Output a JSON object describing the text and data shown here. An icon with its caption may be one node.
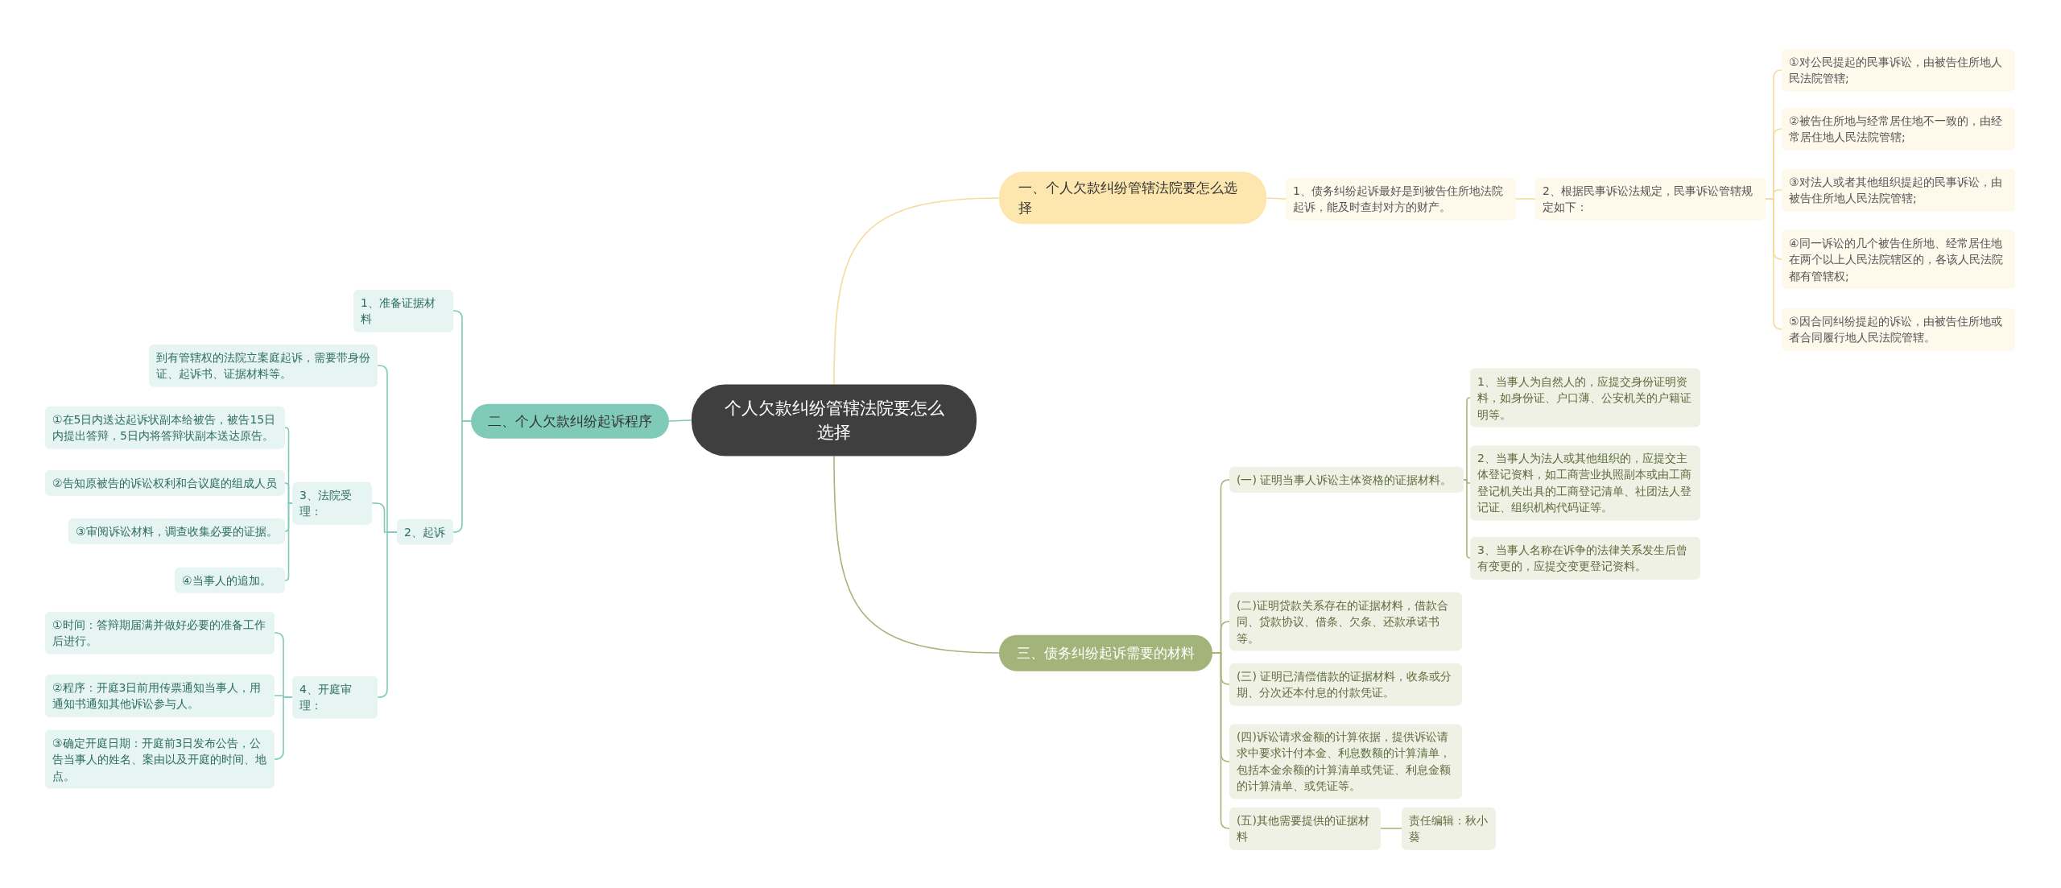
{
  "diagram": {
    "nodes": [
      {
        "text": [
          "个人欠款纠纷管辖法院要怎么选择"
        ]
      },
      {
        "text": [
          "一、个人欠款纠纷管辖法院要怎么选择"
        ]
      },
      {
        "text": [
          "1、债务纠纷起诉最好是到被告住所地法院起诉，能及时查封对方的财产。"
        ]
      },
      {
        "text": [
          "2、根据民事诉讼法规定，民事诉讼管辖规定如下："
        ]
      },
      {
        "text": [
          "①对公民提起的民事诉讼，由被告住所地人民法院管辖;"
        ]
      },
      {
        "text": [
          "②被告住所地与经常居住地不一致的，由经常居住地人民法院管辖;"
        ]
      },
      {
        "text": [
          "③对法人或者其他组织提起的民事诉讼，由被告住所地人民法院管辖;"
        ]
      },
      {
        "text": [
          "④同一诉讼的几个被告住所地、经常居住地在两个以上人民法院辖区的，各该人民法院都有管辖权;"
        ]
      },
      {
        "text": [
          "⑤因合同纠纷提起的诉讼，由被告住所地或者合同履行地人民法院管辖。"
        ]
      },
      {
        "text": [
          "二、个人欠款纠纷起诉程序"
        ]
      },
      {
        "text": [
          "1、准备证据材料"
        ]
      },
      {
        "text": [
          "2、起诉"
        ]
      },
      {
        "text": [
          "到有管辖权的法院立案庭起诉，需要带身份证、起诉书、证据材料等。"
        ]
      },
      {
        "text": [
          "3、法院受理："
        ]
      },
      {
        "text": [
          "①在5日内送达起诉状副本给被告，被告15日内提出答辩，5日内将答辩状副本送达原告。"
        ]
      },
      {
        "text": [
          "②告知原被告的诉讼权利和合议庭的组成人员"
        ]
      },
      {
        "text": [
          "③审阅诉讼材料，调查收集必要的证据。"
        ]
      },
      {
        "text": [
          "④当事人的追加。"
        ]
      },
      {
        "text": [
          "4、开庭审理："
        ]
      },
      {
        "text": [
          "①时间：答辩期届满并做好必要的准备工作后进行。"
        ]
      },
      {
        "text": [
          "②程序：开庭3日前用传票通知当事人，用通知书通知其他诉讼参与人。"
        ]
      },
      {
        "text": [
          "③确定开庭日期：开庭前3日发布公告，公告当事人的姓名、案由以及开庭的时间、地点。"
        ]
      },
      {
        "text": [
          "三、债务纠纷起诉需要的材料"
        ]
      },
      {
        "text": [
          "(一) 证明当事人诉讼主体资格的证据材料。"
        ]
      },
      {
        "text": [
          "1、当事人为自然人的，应提交身份证明资料，如身份证、户口薄、公安机关的户籍证明等。"
        ]
      },
      {
        "text": [
          "2、当事人为法人或其他组织的，应提交主体登记资料，如工商营业执照副本或由工商登记机关出具的工商登记清单、社团法人登记证、组织机构代码证等。"
        ]
      },
      {
        "text": [
          "3、当事人名称在诉争的法律关系发生后曾有变更的，应提交变更登记资料。"
        ]
      },
      {
        "text": [
          "(二)证明贷款关系存在的证据材料，借款合同、贷款协议、借条、欠条、还款承诺书等。"
        ]
      },
      {
        "text": [
          "(三) 证明已清偿借款的证据材料，收条或分期、分次还本付息的付款凭证。"
        ]
      },
      {
        "text": [
          "(四)诉讼请求金额的计算依据，提供诉讼请求中要求计付本金、利息数额的计算清单，包括本金余额的计算清单或凭证、利息金额的计算清单、或凭证等。"
        ]
      },
      {
        "text": [
          "(五)其他需要提供的证据材料"
        ]
      },
      {
        "text": [
          "责任编辑：秋小葵"
        ]
      }
    ],
    "edges": [
      {
        "from": 0,
        "to": 1,
        "arrow": "none",
        "color": "#f6dc9c"
      },
      {
        "from": 1,
        "to": 2,
        "arrow": "none",
        "color": "#f6dc9c"
      },
      {
        "from": 2,
        "to": 3,
        "arrow": "none",
        "color": "#f6dc9c"
      },
      {
        "from": 3,
        "to": 4,
        "arrow": "none",
        "color": "#f6dc9c"
      },
      {
        "from": 3,
        "to": 5,
        "arrow": "none",
        "color": "#f6dc9c"
      },
      {
        "from": 3,
        "to": 6,
        "arrow": "none",
        "color": "#f6dc9c"
      },
      {
        "from": 3,
        "to": 7,
        "arrow": "none",
        "color": "#f6dc9c"
      },
      {
        "from": 3,
        "to": 8,
        "arrow": "none",
        "color": "#f6dc9c"
      },
      {
        "from": 0,
        "to": 9,
        "arrow": "none"
      },
      {
        "from": 9,
        "to": 10,
        "arrow": "none"
      },
      {
        "from": 9,
        "to": 11,
        "arrow": "none"
      },
      {
        "from": 11,
        "to": 12,
        "arrow": "none"
      },
      {
        "from": 11,
        "to": 13,
        "arrow": "none"
      },
      {
        "from": 13,
        "to": 14,
        "arrow": "none"
      },
      {
        "from": 13,
        "to": 15,
        "arrow": "none"
      },
      {
        "from": 13,
        "to": 16,
        "arrow": "none"
      },
      {
        "from": 13,
        "to": 17,
        "arrow": "none"
      },
      {
        "from": 11,
        "to": 18,
        "arrow": "none"
      },
      {
        "from": 18,
        "to": 19,
        "arrow": "none"
      },
      {
        "from": 18,
        "to": 20,
        "arrow": "none"
      },
      {
        "from": 18,
        "to": 21,
        "arrow": "none"
      },
      {
        "from": 0,
        "to": 22,
        "arrow": "none",
        "color": "#a7b47c"
      },
      {
        "from": 22,
        "to": 23,
        "arrow": "none",
        "color": "#a7b47c"
      },
      {
        "from": 23,
        "to": 24,
        "arrow": "none",
        "color": "#a7b47c"
      },
      {
        "from": 23,
        "to": 25,
        "arrow": "none",
        "color": "#a7b47c"
      },
      {
        "from": 23,
        "to": 26,
        "arrow": "none",
        "color": "#a7b47c"
      },
      {
        "from": 22,
        "to": 27,
        "arrow": "none",
        "color": "#a7b47c"
      },
      {
        "from": 22,
        "to": 28,
        "arrow": "none",
        "color": "#a7b47c"
      },
      {
        "from": 22,
        "to": 29,
        "arrow": "none",
        "color": "#a7b47c"
      },
      {
        "from": 22,
        "to": 30,
        "arrow": "none",
        "color": "#a7b47c"
      },
      {
        "from": 30,
        "to": 31,
        "arrow": "none",
        "color": "#a7b47c"
      }
    ]
  }
}
